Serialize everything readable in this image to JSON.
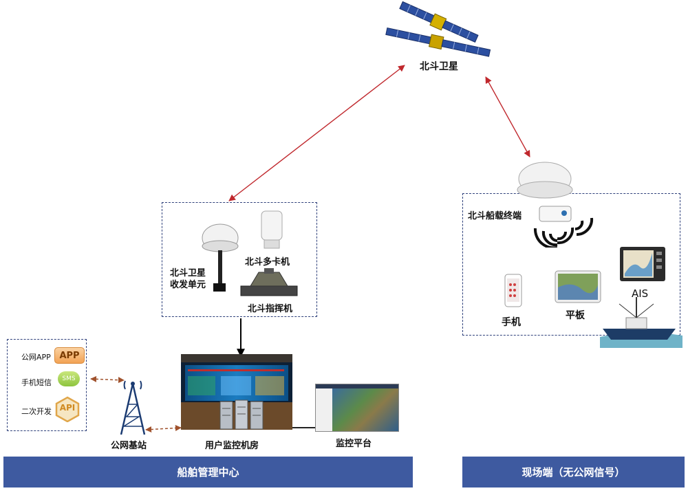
{
  "satellite": {
    "label": "北斗卫星"
  },
  "center_box": {
    "transceiver_label_line1": "北斗卫星",
    "transceiver_label_line2": "收发单元",
    "multicard_label": "北斗多卡机",
    "command_label": "北斗指挥机"
  },
  "field_box": {
    "terminal_label": "北斗船载终端",
    "phone_label": "手机",
    "tablet_label": "平板",
    "ais_label": "AIS"
  },
  "api_box": {
    "items": [
      {
        "label": "公网APP",
        "badge": "APP"
      },
      {
        "label": "手机短信",
        "badge": "SMS"
      },
      {
        "label": "二次开发",
        "badge": "API"
      }
    ]
  },
  "base_station_label": "公网基站",
  "control_room_label": "用户监控机房",
  "monitor_platform_label": "监控平台",
  "bars": {
    "left": "船舶管理中心",
    "right": "现场端（无公网信号）"
  },
  "colors": {
    "bar": "#3e5aa0",
    "dashed_border": "#2d3f7a",
    "sat_link": "#c0282d",
    "local_link": "#a0522d"
  }
}
